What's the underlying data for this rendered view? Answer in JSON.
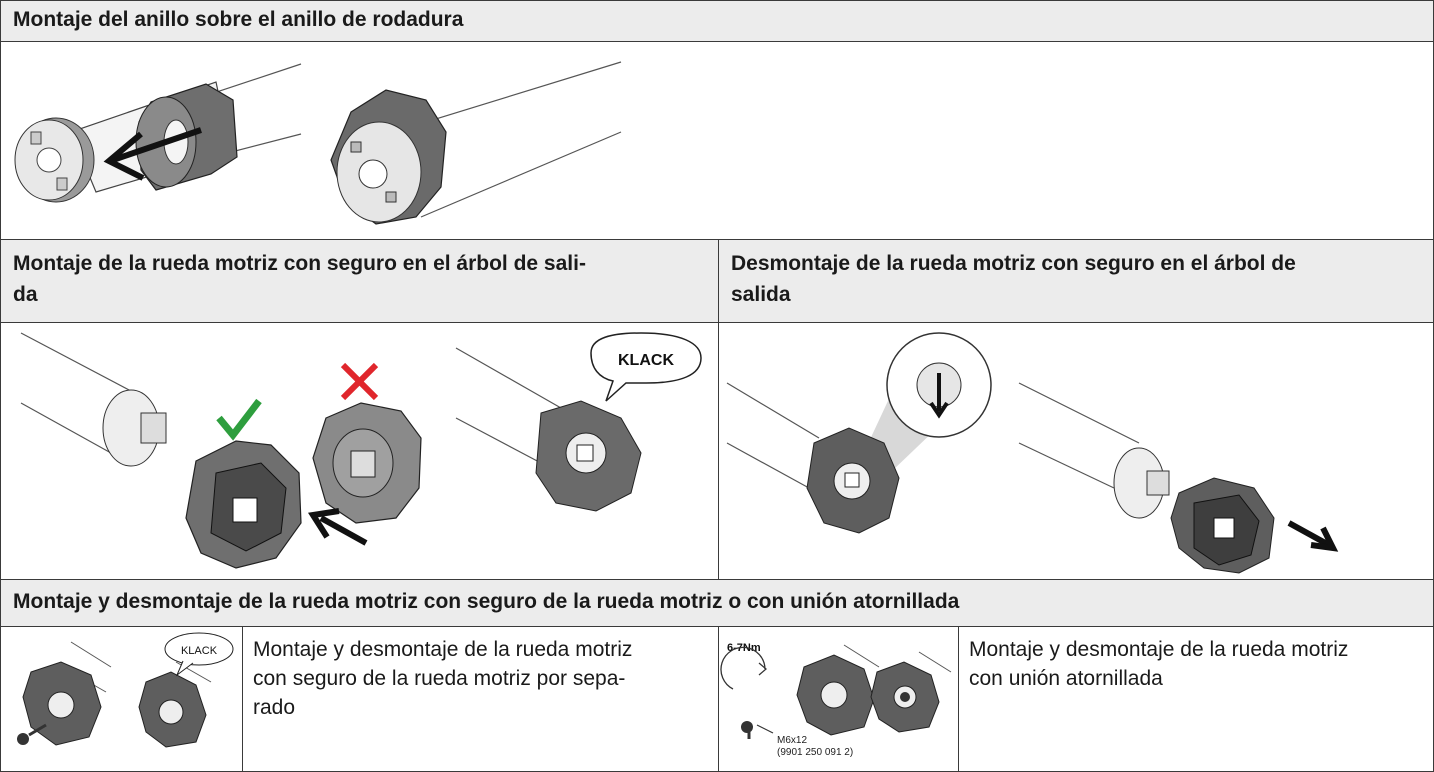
{
  "section1": {
    "title": "Montaje del anillo sobre el anillo de rodadura"
  },
  "section2": {
    "left_title_line1": "Montaje de la rueda motriz con seguro en el árbol de sali-",
    "left_title_line2": "da",
    "right_title_line1": "Desmontaje de la rueda motriz con seguro en el árbol de",
    "right_title_line2": "salida",
    "klack": "KLACK"
  },
  "section3": {
    "title": "Montaje y desmontaje de la rueda motriz con seguro de la rueda motriz o con unión atornillada",
    "small_klack": "KLACK",
    "desc1_line1": "Montaje y desmontaje de la rueda motriz",
    "desc1_line2": "con seguro de la rueda motriz por sepa-",
    "desc1_line3": "rado",
    "torque": "6-7Nm",
    "screw": "M6x12",
    "part_number": "(9901 250 091 2)",
    "desc2_line1": "Montaje y desmontaje de la rueda motriz",
    "desc2_line2": "con unión atornillada"
  },
  "colors": {
    "border": "#3a3a3a",
    "header_bg": "#ececec",
    "check_green": "#2e9e3e",
    "cross_red": "#e0262c",
    "part_grey": "#7a7a7a"
  },
  "icons": [
    "arrow-icon",
    "check-icon",
    "cross-icon",
    "speech-bubble-icon",
    "rotation-arrow-icon",
    "magnifier-icon"
  ]
}
